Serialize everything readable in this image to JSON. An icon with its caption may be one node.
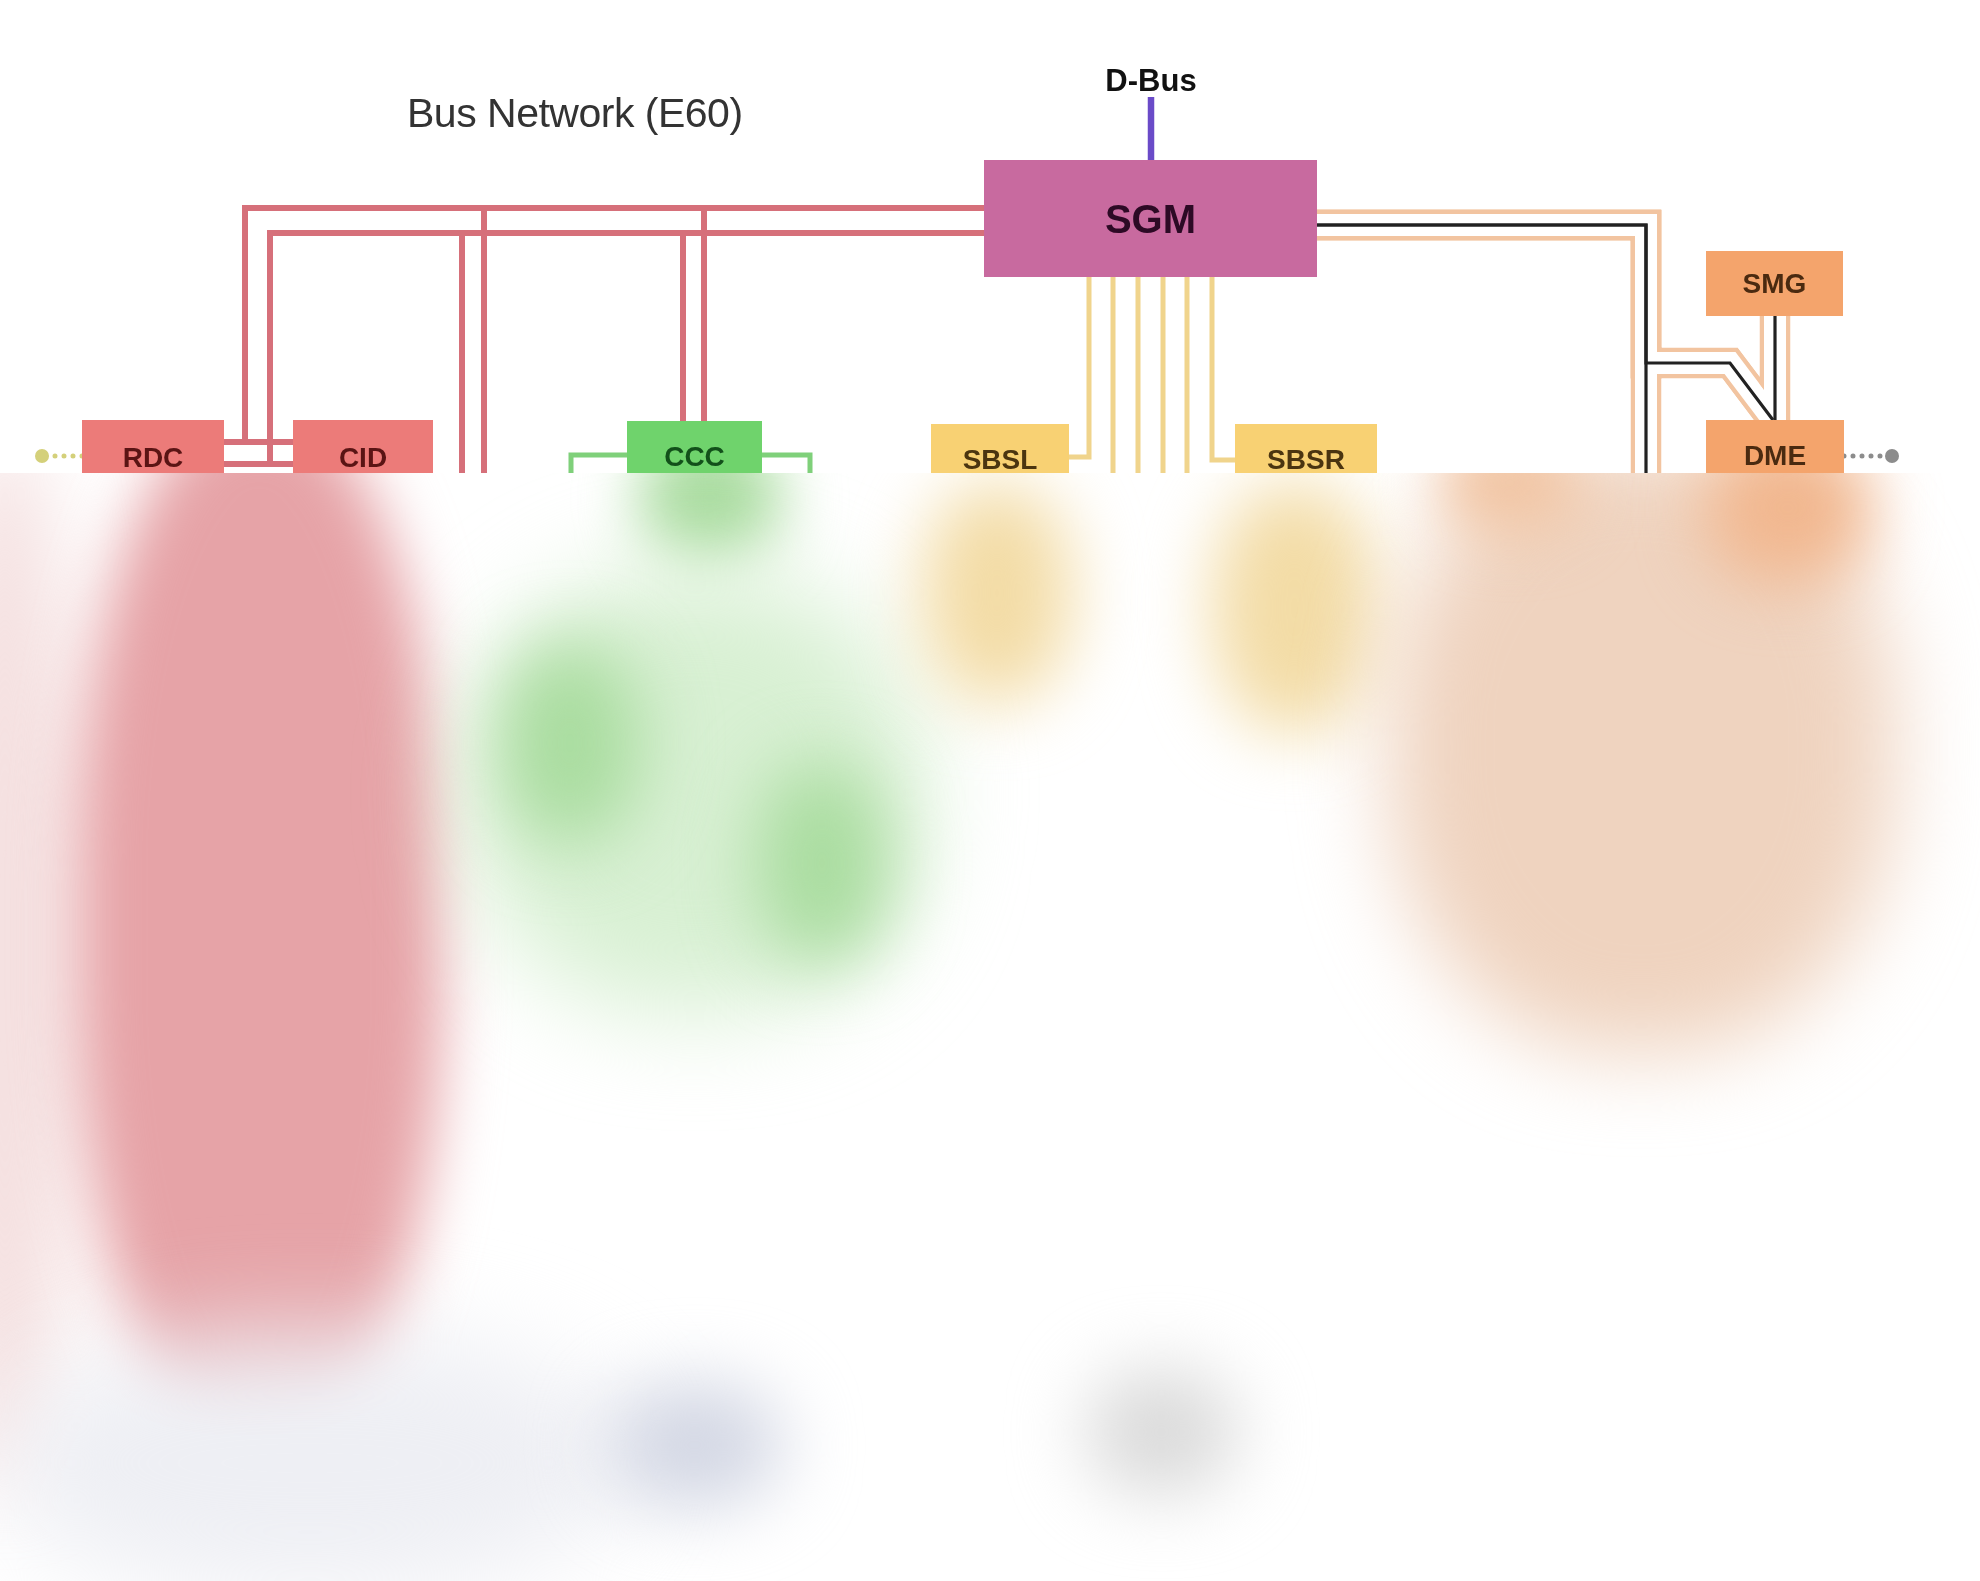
{
  "diagram": {
    "title": "Bus Network (E60)",
    "nodes": [
      {
        "text": [
          "D-Bus"
        ]
      },
      {
        "text": [
          "SGM"
        ]
      },
      {
        "text": [
          "SMG"
        ]
      },
      {
        "text": [
          "RDC"
        ]
      },
      {
        "text": [
          "CID"
        ]
      },
      {
        "text": [
          "CCC"
        ]
      },
      {
        "text": [
          "SBSL"
        ]
      },
      {
        "text": [
          "SBSR"
        ]
      },
      {
        "text": [
          "DME"
        ]
      }
    ],
    "edges": [
      {
        "from": 0,
        "to": 1,
        "arrow": "none",
        "color": "#6a4bc8"
      },
      {
        "from": 1,
        "to": 3,
        "arrow": "none"
      },
      {
        "from": 1,
        "to": 4,
        "arrow": "none"
      },
      {
        "from": 1,
        "to": 5,
        "arrow": "none"
      },
      {
        "from": 1,
        "to": null,
        "arrow": "none"
      },
      {
        "from": 1,
        "to": 3,
        "arrow": "none"
      },
      {
        "from": 1,
        "to": 4,
        "arrow": "none"
      },
      {
        "from": 1,
        "to": 5,
        "arrow": "none"
      },
      {
        "from": 1,
        "to": null,
        "arrow": "none"
      },
      {
        "from": 5,
        "to": null,
        "arrow": "none",
        "color": "#7fd07a"
      },
      {
        "from": 5,
        "to": null,
        "arrow": "none",
        "color": "#7fd07a"
      },
      {
        "from": 1,
        "to": 6,
        "arrow": "none",
        "color": "#f0d48c"
      },
      {
        "from": 1,
        "to": null,
        "arrow": "none",
        "color": "#f0d48c"
      },
      {
        "from": 1,
        "to": null,
        "arrow": "none",
        "color": "#f0d48c"
      },
      {
        "from": 1,
        "to": null,
        "arrow": "none",
        "color": "#f0d48c"
      },
      {
        "from": 1,
        "to": null,
        "arrow": "none",
        "color": "#f0d48c"
      },
      {
        "from": 1,
        "to": 7,
        "arrow": "none",
        "color": "#f0d48c"
      },
      {
        "from": 1,
        "to": 8,
        "arrow": "none",
        "color": "#222222"
      },
      {
        "from": 1,
        "to": null,
        "arrow": "none",
        "color": "#222222"
      },
      {
        "from": 2,
        "to": 8,
        "arrow": "none",
        "color": "#222222"
      },
      {
        "from": 8,
        "to": null,
        "arrow": "other",
        "style": "dashed",
        "color": "#8c8c8c"
      },
      {
        "from": 3,
        "to": null,
        "arrow": "other",
        "style": "dashed",
        "color": "#d4d07a"
      },
      {
        "from": 1,
        "to": 8,
        "arrow": "none",
        "style": "thick",
        "color": "#f2c4a0"
      },
      {
        "from": 1,
        "to": null,
        "arrow": "none",
        "style": "thick",
        "color": "#f2c4a0"
      },
      {
        "from": 2,
        "to": 8,
        "arrow": "none",
        "style": "thick",
        "color": "#f2c4a0"
      }
    ]
  }
}
